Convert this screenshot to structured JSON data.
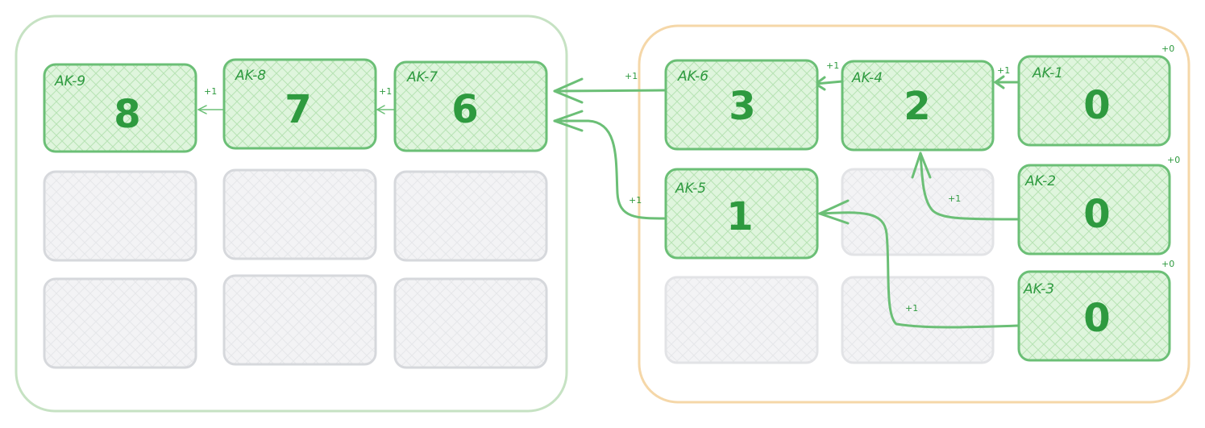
{
  "colors": {
    "card_fill": "#dff5dd",
    "card_stroke": "#6bbf76",
    "hatch": "#b7e3b4",
    "text": "#2e9a3f",
    "empty_fill": "#f3f3f5",
    "empty_stroke": "#d6d8dc",
    "empty_hatch": "#e6e7ea",
    "edge": "#6bbf76",
    "group_green": "#c6e2c3",
    "group_orange": "#f5d7a8"
  },
  "cards": [
    {
      "id": "ak9",
      "label": "AK-9",
      "value": "8"
    },
    {
      "id": "ak8",
      "label": "AK-8",
      "value": "7"
    },
    {
      "id": "ak7",
      "label": "AK-7",
      "value": "6"
    },
    {
      "id": "ak6",
      "label": "AK-6",
      "value": "3"
    },
    {
      "id": "ak4",
      "label": "AK-4",
      "value": "2"
    },
    {
      "id": "ak1",
      "label": "AK-1",
      "value": "0"
    },
    {
      "id": "ak5",
      "label": "AK-5",
      "value": "1"
    },
    {
      "id": "ak2",
      "label": "AK-2",
      "value": "0"
    },
    {
      "id": "ak3",
      "label": "AK-3",
      "value": "0"
    }
  ],
  "edges": [
    {
      "id": "e-ak8-ak9",
      "from": "AK-8",
      "to": "AK-9",
      "label": "+1"
    },
    {
      "id": "e-ak7-ak8",
      "from": "AK-7",
      "to": "AK-8",
      "label": "+1"
    },
    {
      "id": "e-ak6-ak7",
      "from": "AK-6",
      "to": "AK-7",
      "label": "+1"
    },
    {
      "id": "e-ak5-ak7",
      "from": "AK-5",
      "to": "AK-7",
      "label": "+1"
    },
    {
      "id": "e-ak4-ak6",
      "from": "AK-4",
      "to": "AK-6",
      "label": "+1"
    },
    {
      "id": "e-ak1-ak4",
      "from": "AK-1",
      "to": "AK-4",
      "label": "+1"
    },
    {
      "id": "e-ak2-ak4",
      "from": "AK-2",
      "to": "AK-4",
      "label": "+1"
    },
    {
      "id": "e-ak3-ak5",
      "from": "AK-3",
      "to": "AK-5",
      "label": "+1"
    }
  ],
  "base_labels": [
    {
      "id": "ak1-base",
      "label": "+0"
    },
    {
      "id": "ak2-base",
      "label": "+0"
    },
    {
      "id": "ak3-base",
      "label": "+0"
    }
  ]
}
